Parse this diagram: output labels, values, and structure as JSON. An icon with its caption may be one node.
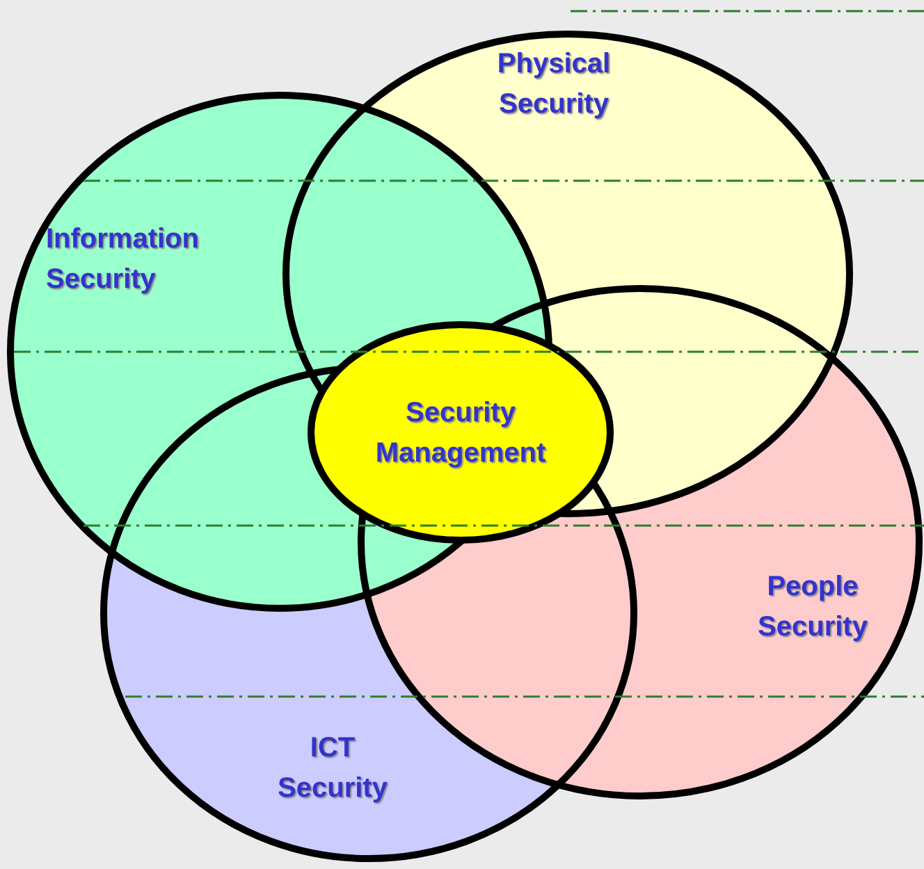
{
  "diagram": {
    "nodes": [
      {
        "text": [
          "Physical Security"
        ]
      },
      {
        "text": [
          "Information Security"
        ]
      },
      {
        "text": [
          "Security Management"
        ]
      },
      {
        "text": [
          "People Security"
        ]
      },
      {
        "text": [
          "ICT Security"
        ]
      }
    ]
  }
}
